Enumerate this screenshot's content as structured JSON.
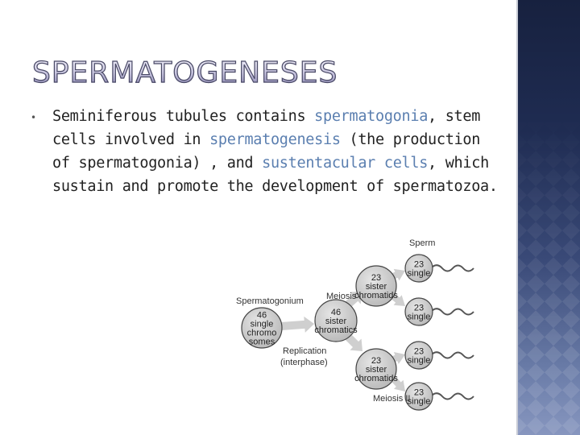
{
  "slide": {
    "title": "SPERMATOGENESES",
    "bullet": {
      "p1": "Seminiferous tubules contains ",
      "l1": "spermatogonia",
      "p2": ", stem cells involved in ",
      "l2": "spermatogenesis",
      "p3": " (the production of spermatogonia) , and ",
      "l3": "sustentacular cells",
      "p4": ", which sustain and promote the development of  spermatozoa."
    },
    "link_color": "#5b7fb0"
  },
  "diagram": {
    "sperm_label": "Sperm",
    "meiosis1_label": "Meiosis I",
    "meiosis2_label": "Meiosis II",
    "spermatogonium_label": "Spermatogonium",
    "replication_label": [
      "Replication",
      "(interphase)"
    ],
    "spermatogonium_cell": [
      "46",
      "single",
      "chromo",
      "somes"
    ],
    "replicated_cell": [
      "46",
      "sister",
      "chromatics"
    ],
    "meiosis1_cells": [
      [
        "23",
        "sister",
        "chromatids"
      ],
      [
        "23",
        "sister",
        "chromatids"
      ]
    ],
    "sperm_cells": [
      [
        "23",
        "single"
      ],
      [
        "23",
        "single"
      ],
      [
        "23",
        "single"
      ],
      [
        "23",
        "single"
      ]
    ]
  }
}
